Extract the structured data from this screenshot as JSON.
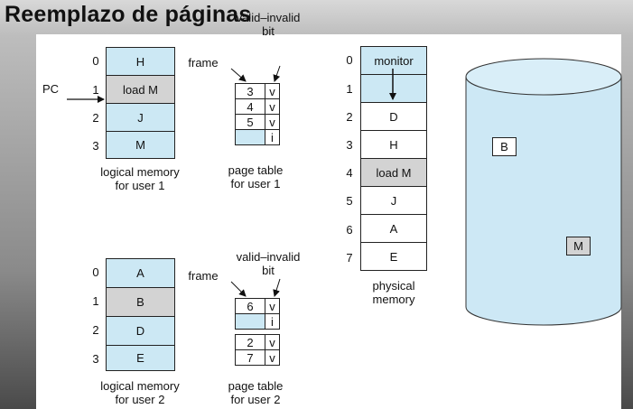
{
  "title": "Reemplazo de páginas",
  "user1": {
    "logical_memory": {
      "indices": [
        "0",
        "1",
        "2",
        "3"
      ],
      "pages": [
        "H",
        "load M",
        "J",
        "M"
      ],
      "caption_line1": "logical memory",
      "caption_line2": "for user 1"
    },
    "page_table": {
      "frame_label": "frame",
      "bit_label_line1": "valid–invalid",
      "bit_label_line2": "bit",
      "frames": [
        "3",
        "4",
        "5",
        ""
      ],
      "bits": [
        "v",
        "v",
        "v",
        "i"
      ],
      "caption_line1": "page table",
      "caption_line2": "for user 1"
    },
    "pc_label": "PC"
  },
  "user2": {
    "logical_memory": {
      "indices": [
        "0",
        "1",
        "2",
        "3"
      ],
      "pages": [
        "A",
        "B",
        "D",
        "E"
      ],
      "caption_line1": "logical memory",
      "caption_line2": "for user 2"
    },
    "page_table": {
      "frame_label": "frame",
      "bit_label_line1": "valid–invalid",
      "bit_label_line2": "bit",
      "frames": [
        "6",
        "",
        "2",
        "7"
      ],
      "bits": [
        "v",
        "i",
        "v",
        "v"
      ],
      "caption_line1": "page table",
      "caption_line2": "for user 2"
    }
  },
  "physical_memory": {
    "indices": [
      "0",
      "1",
      "2",
      "3",
      "4",
      "5",
      "6",
      "7"
    ],
    "frames": [
      "monitor",
      "",
      "D",
      "H",
      "load M",
      "J",
      "A",
      "E"
    ],
    "caption_line1": "physical",
    "caption_line2": "memory"
  },
  "disk": {
    "pages": [
      "B",
      "M"
    ]
  },
  "colors": {
    "blue_cell": "#cce8f4",
    "gray_cell": "#d3d3d3",
    "disk_fill": "#cde8f5"
  }
}
